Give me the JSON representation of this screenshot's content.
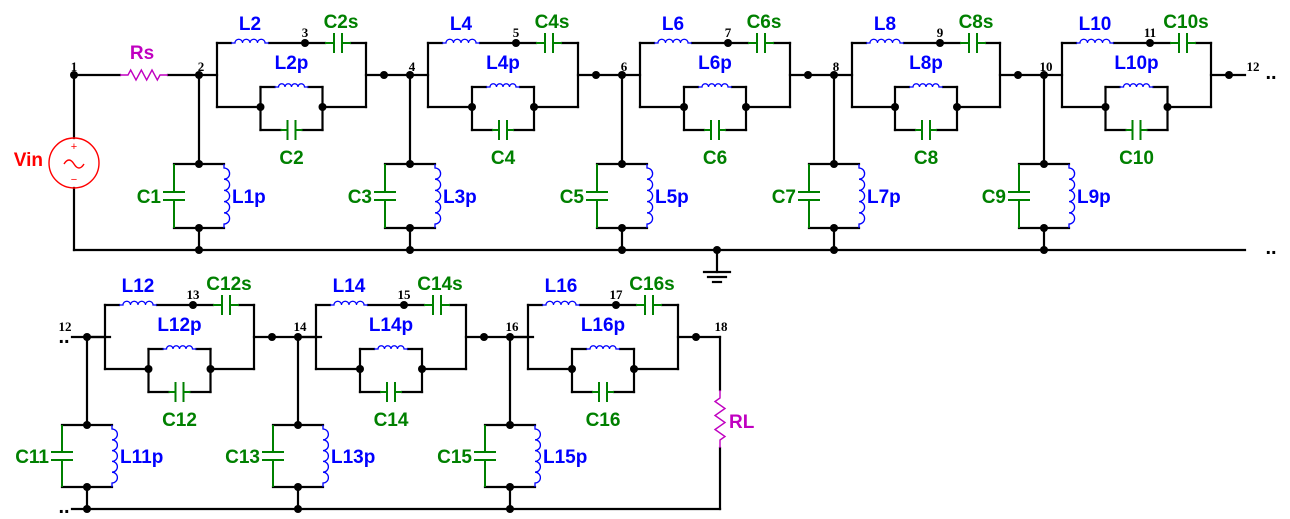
{
  "source": {
    "label": "Vin",
    "plus": "+",
    "minus": "−",
    "tilde": "~"
  },
  "resistors": {
    "source": "Rs",
    "load": "RL"
  },
  "nodes": [
    "1",
    "2",
    "3",
    "4",
    "5",
    "6",
    "7",
    "8",
    "9",
    "10",
    "11",
    "12",
    "12",
    "13",
    "14",
    "15",
    "16",
    "17",
    "18"
  ],
  "stages_top": [
    {
      "ls": "L2",
      "cs": "C2s",
      "lp": "L2p",
      "cp": "C2",
      "mid": "3"
    },
    {
      "ls": "L4",
      "cs": "C4s",
      "lp": "L4p",
      "cp": "C4",
      "mid": "5"
    },
    {
      "ls": "L6",
      "cs": "C6s",
      "lp": "L6p",
      "cp": "C6",
      "mid": "7"
    },
    {
      "ls": "L8",
      "cs": "C8s",
      "lp": "L8p",
      "cp": "C8",
      "mid": "9"
    },
    {
      "ls": "L10",
      "cs": "C10s",
      "lp": "L10p",
      "cp": "C10",
      "mid": "11"
    }
  ],
  "shunts_top": [
    {
      "c": "C1",
      "l": "L1p"
    },
    {
      "c": "C3",
      "l": "L3p"
    },
    {
      "c": "C5",
      "l": "L5p"
    },
    {
      "c": "C7",
      "l": "L7p"
    },
    {
      "c": "C9",
      "l": "L9p"
    }
  ],
  "stages_bottom": [
    {
      "ls": "L12",
      "cs": "C12s",
      "lp": "L12p",
      "cp": "C12",
      "mid": "13"
    },
    {
      "ls": "L14",
      "cs": "C14s",
      "lp": "L14p",
      "cp": "C14",
      "mid": "15"
    },
    {
      "ls": "L16",
      "cs": "C16s",
      "lp": "L16p",
      "cp": "C16",
      "mid": "17"
    }
  ],
  "shunts_bottom": [
    {
      "c": "C11",
      "l": "L11p"
    },
    {
      "c": "C13",
      "l": "L13p"
    },
    {
      "c": "C15",
      "l": "L15p"
    }
  ],
  "continuation": "..",
  "colors": {
    "inductor": "#0000ff",
    "capacitor": "#008000",
    "resistor": "#c000c0",
    "source": "#ff0000",
    "wire": "#000000"
  }
}
